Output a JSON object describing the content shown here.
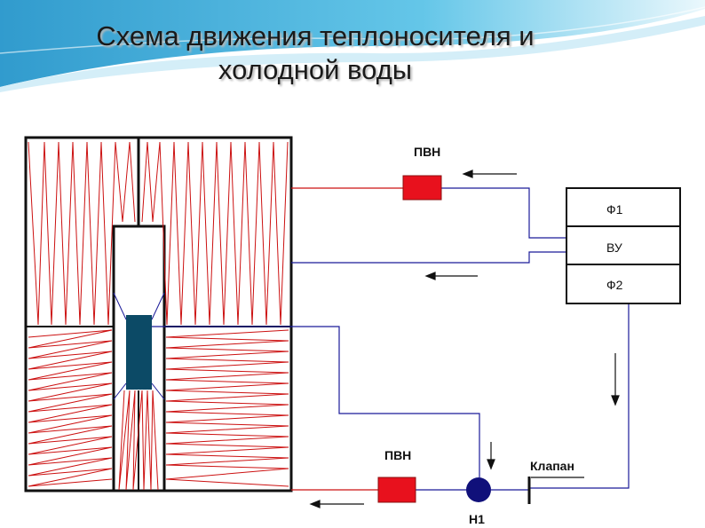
{
  "title": "Схема движения теплоносителя и холодной воды",
  "labels": {
    "pump_top": "ПВН",
    "pump_bottom": "ПВН",
    "valve": "Клапан",
    "pump_n1": "Н1"
  },
  "unit_blocks": [
    "Ф1",
    "ВУ",
    "Ф2"
  ],
  "colors": {
    "hot_line": "#cc1111",
    "cold_line": "#1a1a99",
    "pump_fill": "#e8111d",
    "n1_fill": "#10107a",
    "core_fill": "#0c4a66",
    "header_wave": "#2aa6d4"
  }
}
